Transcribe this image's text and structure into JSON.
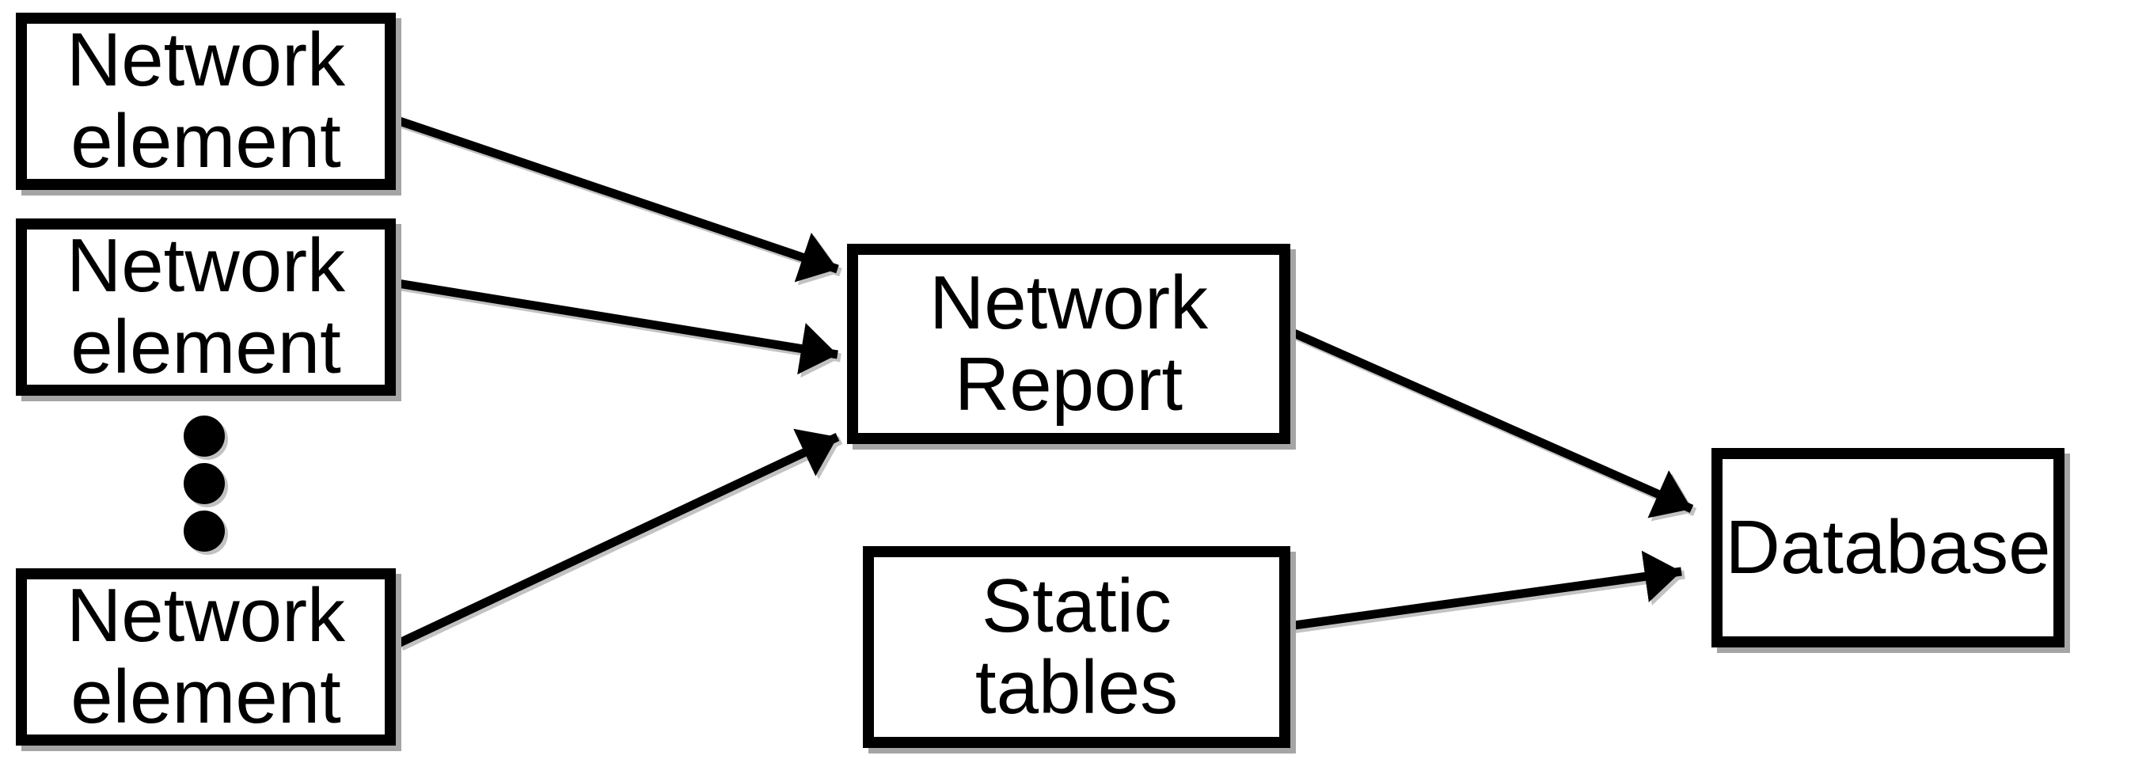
{
  "diagram": {
    "colors": {
      "background": "#ffffff",
      "stroke": "#000000",
      "text": "#000000",
      "shadow": "#a5a5a5"
    },
    "nodes": {
      "network_element_1": {
        "line1": "Network",
        "line2": "element"
      },
      "network_element_2": {
        "line1": "Network",
        "line2": "element"
      },
      "network_element_3": {
        "line1": "Network",
        "line2": "element"
      },
      "network_report": {
        "line1": "Network",
        "line2": "Report"
      },
      "static_tables": {
        "line1": "Static",
        "line2": "tables"
      },
      "database": {
        "line1": "Database"
      }
    },
    "ellipsis": {
      "dot_count": 3
    },
    "connections": [
      {
        "from": "network_element_1",
        "to": "network_report"
      },
      {
        "from": "network_element_2",
        "to": "network_report"
      },
      {
        "from": "network_element_3",
        "to": "network_report"
      },
      {
        "from": "network_report",
        "to": "database"
      },
      {
        "from": "static_tables",
        "to": "database"
      }
    ]
  }
}
